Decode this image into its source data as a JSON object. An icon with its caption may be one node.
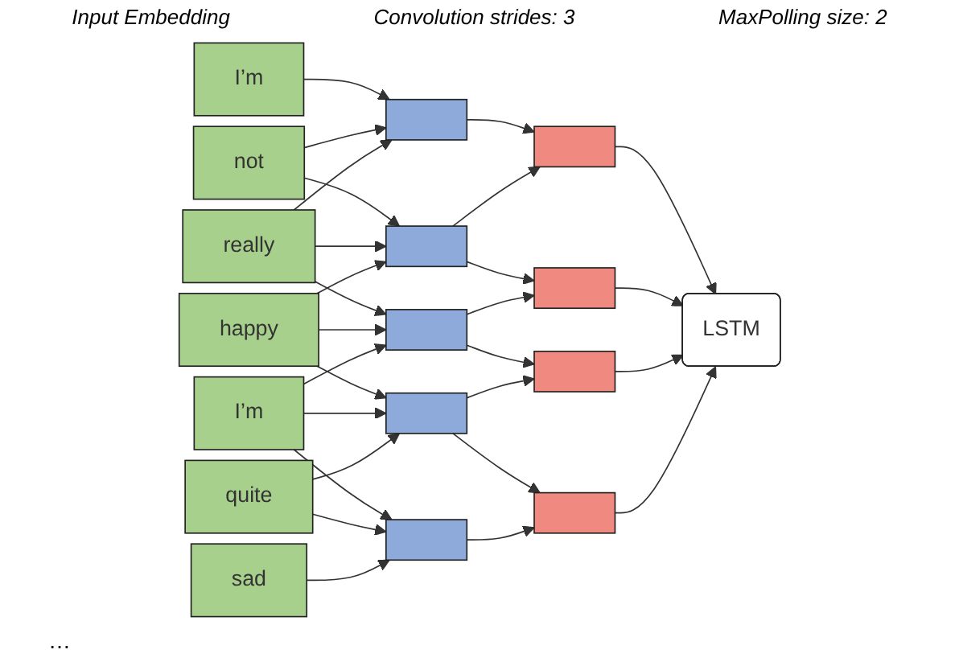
{
  "diagram": {
    "nodes": [
      {
        "text": [
          "I’m"
        ]
      },
      {
        "text": [
          "not"
        ]
      },
      {
        "text": [
          "really"
        ]
      },
      {
        "text": [
          "happy"
        ]
      },
      {
        "text": [
          "I’m"
        ]
      },
      {
        "text": [
          "quite"
        ]
      },
      {
        "text": [
          "sad"
        ]
      },
      {
        "text": [],
        "shape": "box"
      },
      {
        "text": [],
        "shape": "box"
      },
      {
        "text": [],
        "shape": "box"
      },
      {
        "text": [],
        "shape": "box"
      },
      {
        "text": [],
        "shape": "box"
      },
      {
        "text": [],
        "shape": "box"
      },
      {
        "text": [],
        "shape": "box"
      },
      {
        "text": [],
        "shape": "box"
      },
      {
        "text": [],
        "shape": "box"
      },
      {
        "text": [
          "LSTM"
        ]
      }
    ],
    "edges": [
      {
        "from": 0,
        "to": 7,
        "arrow": "to"
      },
      {
        "from": 1,
        "to": 7,
        "arrow": "to"
      },
      {
        "from": 2,
        "to": 7,
        "arrow": "to"
      },
      {
        "from": 1,
        "to": 8,
        "arrow": "to"
      },
      {
        "from": 2,
        "to": 8,
        "arrow": "to"
      },
      {
        "from": 3,
        "to": 8,
        "arrow": "to"
      },
      {
        "from": 2,
        "to": 9,
        "arrow": "to"
      },
      {
        "from": 3,
        "to": 9,
        "arrow": "to"
      },
      {
        "from": 4,
        "to": 9,
        "arrow": "to"
      },
      {
        "from": 3,
        "to": 10,
        "arrow": "to"
      },
      {
        "from": 4,
        "to": 10,
        "arrow": "to"
      },
      {
        "from": 5,
        "to": 10,
        "arrow": "to"
      },
      {
        "from": 4,
        "to": 11,
        "arrow": "to"
      },
      {
        "from": 5,
        "to": 11,
        "arrow": "to"
      },
      {
        "from": 6,
        "to": 11,
        "arrow": "to"
      },
      {
        "from": 7,
        "to": 12,
        "arrow": "to"
      },
      {
        "from": 8,
        "to": 12,
        "arrow": "to"
      },
      {
        "from": 8,
        "to": 13,
        "arrow": "to"
      },
      {
        "from": 9,
        "to": 13,
        "arrow": "to"
      },
      {
        "from": 9,
        "to": 14,
        "arrow": "to"
      },
      {
        "from": 10,
        "to": 14,
        "arrow": "to"
      },
      {
        "from": 10,
        "to": 15,
        "arrow": "to"
      },
      {
        "from": 11,
        "to": 15,
        "arrow": "to"
      },
      {
        "from": 12,
        "to": 16,
        "arrow": "to"
      },
      {
        "from": 13,
        "to": 16,
        "arrow": "to"
      },
      {
        "from": 14,
        "to": 16,
        "arrow": "to"
      },
      {
        "from": 15,
        "to": 16,
        "arrow": "to"
      }
    ],
    "labels": [
      "Input Embedding",
      "Convolution strides: 3",
      "MaxPolling size: 2",
      "…"
    ]
  }
}
